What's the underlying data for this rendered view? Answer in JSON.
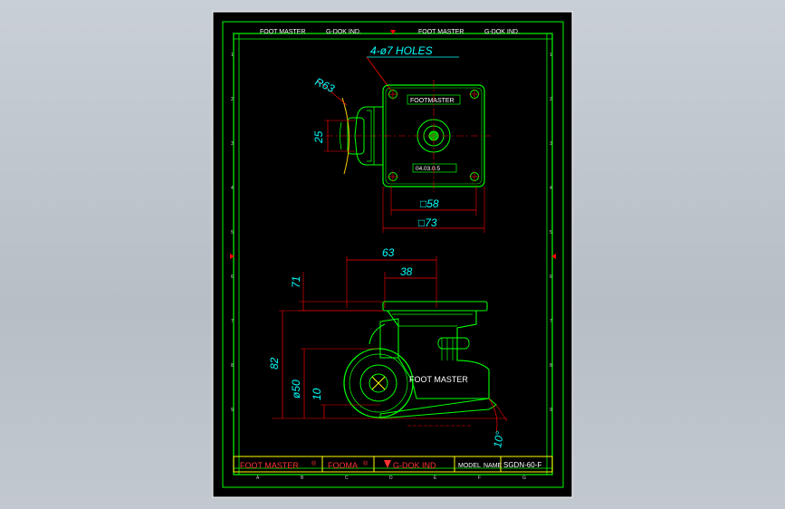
{
  "header": {
    "left_brand": "FOOT MASTER",
    "left_maker": "G-DOK IND.",
    "right_brand": "FOOT MASTER",
    "right_maker": "G-DOK IND."
  },
  "top_view": {
    "holes_note": "4-ø7 HOLES",
    "radius_label": "R63",
    "height_label": "25",
    "plate_label": "FOOTMASTER",
    "code_label": "04.03.0.5",
    "inner_square": "□58",
    "outer_square": "□73"
  },
  "side_view": {
    "width_63": "63",
    "width_38": "38",
    "dim_71": "71",
    "dim_82": "82",
    "dim_50": "ø50",
    "dim_10": "10",
    "angle_label": "10°",
    "body_label": "FOOT MASTER"
  },
  "title_block": {
    "brand": "FOOT MASTER",
    "brand_reg": "®",
    "fooma": "FOOMA",
    "fooma_reg": "®",
    "maker": "G-DOK IND",
    "model_caption": "MODEL",
    "name_caption": "NAME",
    "model_value": "SGDN-60-F"
  },
  "row_numbers": [
    "1",
    "2",
    "3",
    "4",
    "5",
    "6",
    "7",
    "8",
    "9"
  ],
  "col_letters": [
    "A",
    "B",
    "C",
    "D",
    "E",
    "F",
    "G"
  ],
  "colors": {
    "sheet_bg": "#000000",
    "frame_green": "#00ff00",
    "dimension_red": "#ff0000",
    "text_cyan": "#00ffff",
    "part_green": "#00ff00",
    "window_bg": "#b7bec6"
  }
}
